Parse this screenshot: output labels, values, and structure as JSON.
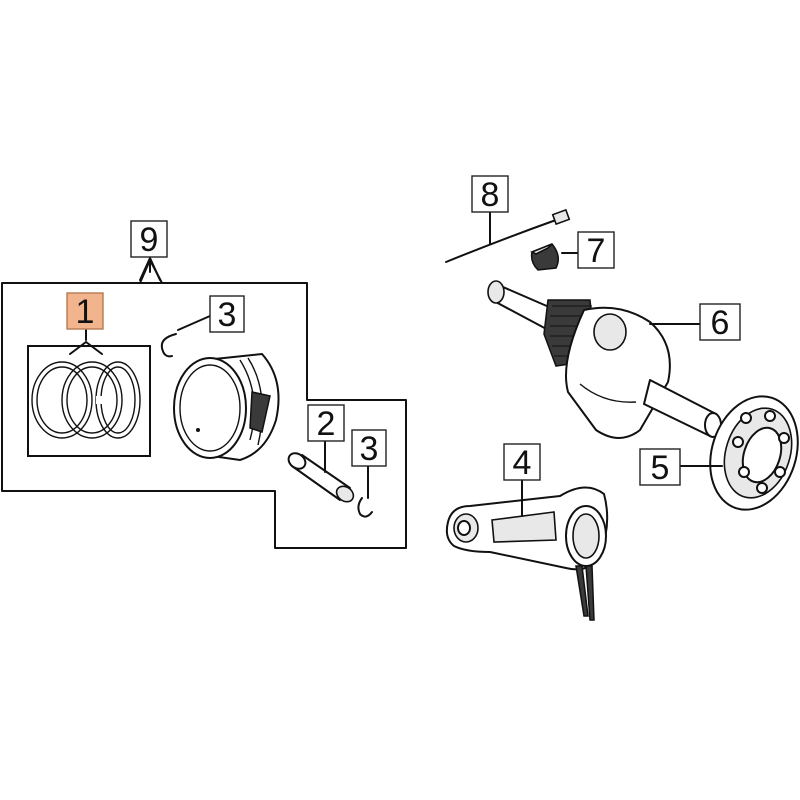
{
  "callouts": {
    "c1": {
      "label": "1",
      "highlight": "#f2b48d"
    },
    "c2": {
      "label": "2"
    },
    "c3a": {
      "label": "3"
    },
    "c3b": {
      "label": "3"
    },
    "c4": {
      "label": "4"
    },
    "c5": {
      "label": "5"
    },
    "c6": {
      "label": "6"
    },
    "c7": {
      "label": "7"
    },
    "c8": {
      "label": "8"
    },
    "c9": {
      "label": "9"
    }
  },
  "parts": [
    {
      "callout": "1",
      "icon": "piston-rings-icon"
    },
    {
      "callout": "2",
      "icon": "piston-pin-icon"
    },
    {
      "callout": "3",
      "icon": "circlip-icon"
    },
    {
      "callout": "4",
      "icon": "connecting-rod-icon"
    },
    {
      "callout": "5",
      "icon": "ball-bearing-icon"
    },
    {
      "callout": "6",
      "icon": "crankshaft-icon"
    },
    {
      "callout": "7",
      "icon": "woodruff-key-icon"
    },
    {
      "callout": "8",
      "icon": "cable-tie-icon"
    },
    {
      "callout": "9",
      "icon": "piston-kit-icon"
    }
  ]
}
